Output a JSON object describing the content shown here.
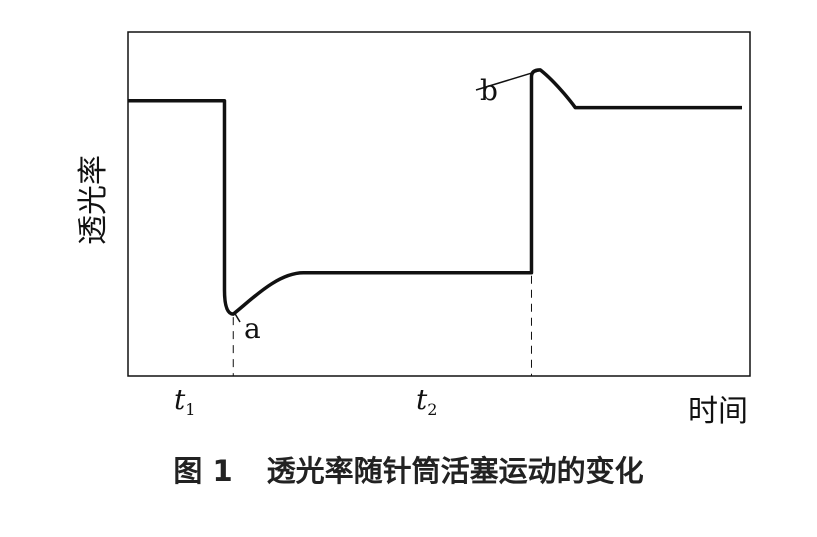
{
  "chart_data": {
    "type": "line",
    "title": "",
    "xlabel": "时间",
    "ylabel": "透光率",
    "caption_number": "图 1",
    "caption_text": "透光率随针筒活塞运动的变化",
    "ticks": [
      {
        "main": "t",
        "sub": "1"
      },
      {
        "main": "t",
        "sub": "2"
      }
    ],
    "annotations": [
      {
        "label": "a"
      },
      {
        "label": "b"
      }
    ],
    "series": [
      {
        "points": [
          [
            0,
            0.8
          ],
          [
            0.55,
            0.8
          ],
          [
            0.55,
            0.25
          ],
          [
            0.6,
            0.18
          ],
          [
            0.7,
            0.22
          ],
          [
            0.85,
            0.28
          ],
          [
            1.0,
            0.3
          ],
          [
            2.3,
            0.3
          ],
          [
            2.3,
            0.87
          ],
          [
            2.35,
            0.89
          ],
          [
            2.45,
            0.85
          ],
          [
            2.55,
            0.78
          ],
          [
            3.5,
            0.78
          ]
        ]
      }
    ],
    "xlim": [
      0,
      3.5
    ],
    "ylim": [
      0,
      1
    ],
    "grid": false,
    "line_color": "#111111"
  }
}
